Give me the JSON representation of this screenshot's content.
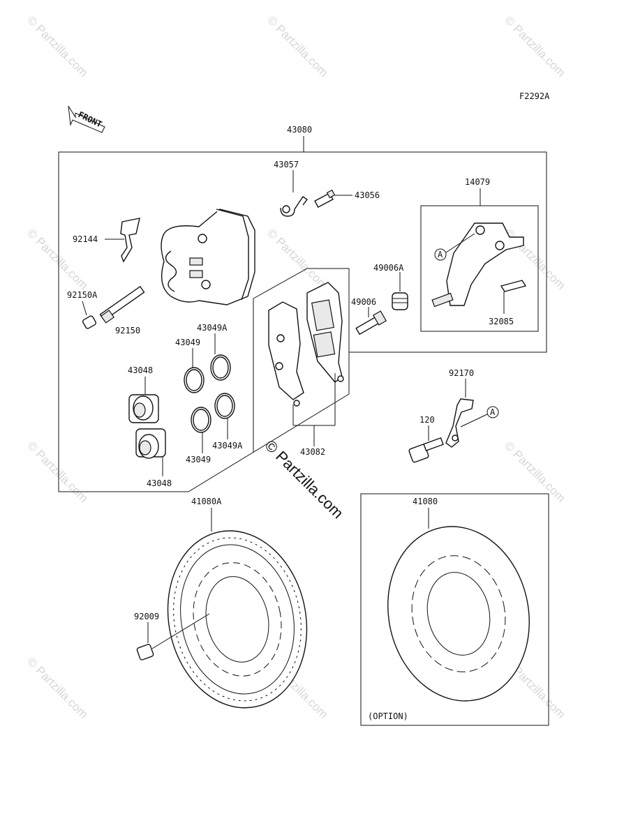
{
  "figure_code": "F2292A",
  "front_label": "FRONT",
  "watermark": "© Partzilla.com",
  "center_watermark": "© Partzilla.com",
  "option_note": "(OPTION)",
  "callout_A": "A",
  "parts": {
    "p43080": "43080",
    "p43057": "43057",
    "p43056": "43056",
    "p14079": "14079",
    "p92144": "92144",
    "p49006A": "49006A",
    "p49006": "49006",
    "p92150A": "92150A",
    "p92150": "92150",
    "p43049A_top": "43049A",
    "p43049_top": "43049",
    "p32085": "32085",
    "p43048_top": "43048",
    "p92170": "92170",
    "p120": "120",
    "p43049A_bot": "43049A",
    "p43082": "43082",
    "p43049_bot": "43049",
    "p43048_bot": "43048",
    "p41080A": "41080A",
    "p41080": "41080",
    "p92009": "92009"
  }
}
